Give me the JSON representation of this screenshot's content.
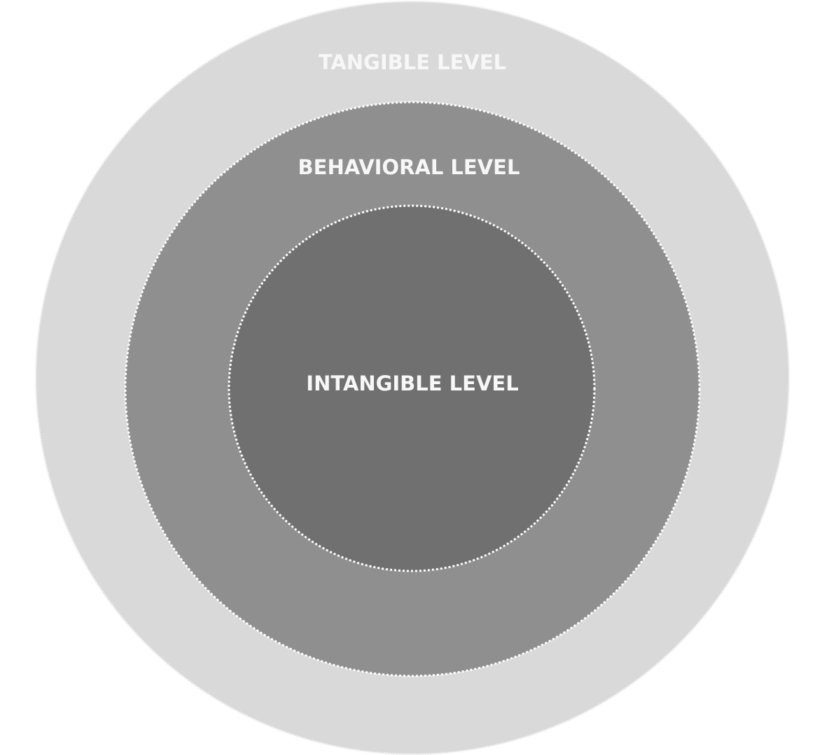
{
  "title": "Levels diagram",
  "levels": [
    {
      "label": "TANGIBLE LEVEL",
      "color": "#d9d9d9"
    },
    {
      "label": "BEHAVIORAL LEVEL",
      "color": "#8f8f8f"
    },
    {
      "label": "INTANGIBLE LEVEL",
      "color": "#707070"
    }
  ]
}
